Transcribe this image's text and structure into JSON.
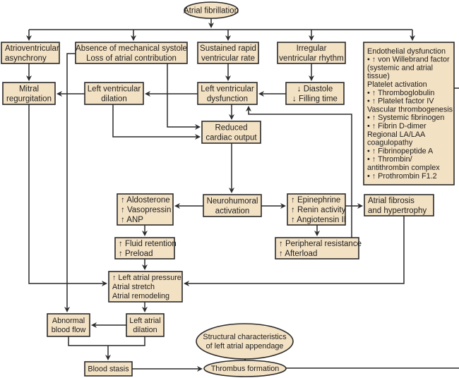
{
  "title": "Atrial fibrillation",
  "nodes": {
    "af": {
      "shape": "ellipse",
      "lines": [
        "Atrial fibrillation"
      ]
    },
    "av_async": {
      "shape": "rect",
      "lines": [
        "Atrioventricular",
        "asynchrony"
      ]
    },
    "absence_systole": {
      "shape": "rect",
      "lines": [
        "Absence of mechanical systole",
        "Loss of atrial contribution"
      ]
    },
    "rapid_rate": {
      "shape": "rect",
      "lines": [
        "Sustained rapid",
        "ventricular rate"
      ]
    },
    "irregular_rhythm": {
      "shape": "rect",
      "lines": [
        "Irregular",
        "ventricular rhythm"
      ]
    },
    "endothelial": {
      "shape": "rect",
      "lines": [
        "Endothelial dysfunction",
        "  • ↑ von Willebrand factor",
        "    (systemic and atrial",
        "    tissue)",
        "Platelet activation",
        "  • ↑ Thromboglobulin",
        "  • ↑ Platelet factor IV",
        "Vascular thrombogenesis",
        "  • ↑ Systemic fibrinogen",
        "  • ↑ Fibrin D-dimer",
        "Regional LA/LAA",
        "  coagulopathy",
        "  • ↑ Fibrinopeptide A",
        "  • ↑ Thrombin/",
        "    antithrombin complex",
        "  • ↑ Prothrombin F1.2"
      ]
    },
    "mitral_regurg": {
      "shape": "rect",
      "lines": [
        "Mitral",
        "regurgitation"
      ]
    },
    "lv_dilation": {
      "shape": "rect",
      "lines": [
        "Left ventricular",
        "dilation"
      ]
    },
    "lv_dysfunction": {
      "shape": "rect",
      "lines": [
        "Left ventricular",
        "dysfunction"
      ]
    },
    "diastole": {
      "shape": "rect",
      "lines": [
        "↓ Diastole",
        "↓ Filling time"
      ]
    },
    "reduced_co": {
      "shape": "rect",
      "lines": [
        "Reduced",
        "cardiac output"
      ]
    },
    "neurohumoral": {
      "shape": "rect",
      "lines": [
        "Neurohumoral",
        "activation"
      ]
    },
    "aldosterone": {
      "shape": "rect",
      "lines": [
        "↑ Aldosterone",
        "↑ Vasopressin",
        "↑ ANP"
      ]
    },
    "epinephrine": {
      "shape": "rect",
      "lines": [
        "↑ Epinephrine",
        "↑ Renin activity",
        "↑ Angiotensin II"
      ]
    },
    "fibrosis": {
      "shape": "rect",
      "lines": [
        "Atrial fibrosis",
        "and hypertrophy"
      ]
    },
    "fluid": {
      "shape": "rect",
      "lines": [
        "↑ Fluid retention",
        "↑ Preload"
      ]
    },
    "peripheral": {
      "shape": "rect",
      "lines": [
        "↑ Peripheral resistance",
        "↑ Afterload"
      ]
    },
    "la_pressure": {
      "shape": "rect",
      "lines": [
        "↑ Left atrial pressure",
        "Atrial stretch",
        "Atrial remodeling"
      ]
    },
    "abnormal_flow": {
      "shape": "rect",
      "lines": [
        "Abnormal",
        "blood flow"
      ]
    },
    "la_dilation": {
      "shape": "rect",
      "lines": [
        "Left atrial",
        "dilation"
      ]
    },
    "laa_structure": {
      "shape": "ellipse",
      "lines": [
        "Structural characteristics",
        "of left atrial appendage"
      ]
    },
    "blood_stasis": {
      "shape": "rect",
      "lines": [
        "Blood stasis"
      ]
    },
    "thrombus": {
      "shape": "ellipse",
      "lines": [
        "Thrombus formation"
      ]
    }
  },
  "edges": [
    {
      "from": "af",
      "to": "av_async"
    },
    {
      "from": "af",
      "to": "absence_systole"
    },
    {
      "from": "af",
      "to": "rapid_rate"
    },
    {
      "from": "af",
      "to": "irregular_rhythm"
    },
    {
      "from": "af",
      "to": "endothelial"
    },
    {
      "from": "av_async",
      "to": "mitral_regurg"
    },
    {
      "from": "absence_systole",
      "to": "mitral_regurg"
    },
    {
      "from": "absence_systole",
      "to": "reduced_co"
    },
    {
      "from": "absence_systole",
      "to": "abnormal_flow"
    },
    {
      "from": "rapid_rate",
      "to": "lv_dysfunction"
    },
    {
      "from": "irregular_rhythm",
      "to": "diastole"
    },
    {
      "from": "diastole",
      "to": "lv_dysfunction"
    },
    {
      "from": "lv_dysfunction",
      "to": "lv_dilation"
    },
    {
      "from": "lv_dilation",
      "to": "mitral_regurg"
    },
    {
      "from": "lv_dilation",
      "to": "reduced_co"
    },
    {
      "from": "lv_dysfunction",
      "to": "reduced_co"
    },
    {
      "from": "peripheral",
      "to": "lv_dysfunction"
    },
    {
      "from": "reduced_co",
      "to": "neurohumoral"
    },
    {
      "from": "neurohumoral",
      "to": "aldosterone"
    },
    {
      "from": "neurohumoral",
      "to": "epinephrine"
    },
    {
      "from": "epinephrine",
      "to": "fibrosis"
    },
    {
      "from": "epinephrine",
      "to": "peripheral"
    },
    {
      "from": "aldosterone",
      "to": "fluid"
    },
    {
      "from": "fluid",
      "to": "la_pressure"
    },
    {
      "from": "mitral_regurg",
      "to": "la_pressure"
    },
    {
      "from": "fibrosis",
      "to": "la_pressure"
    },
    {
      "from": "la_pressure",
      "to": "la_dilation"
    },
    {
      "from": "la_dilation",
      "to": "abnormal_flow"
    },
    {
      "from": "abnormal_flow",
      "to": "blood_stasis"
    },
    {
      "from": "la_dilation",
      "to": "blood_stasis"
    },
    {
      "from": "blood_stasis",
      "to": "thrombus"
    },
    {
      "from": "laa_structure",
      "to": "thrombus"
    },
    {
      "from": "endothelial",
      "to": "thrombus"
    }
  ]
}
